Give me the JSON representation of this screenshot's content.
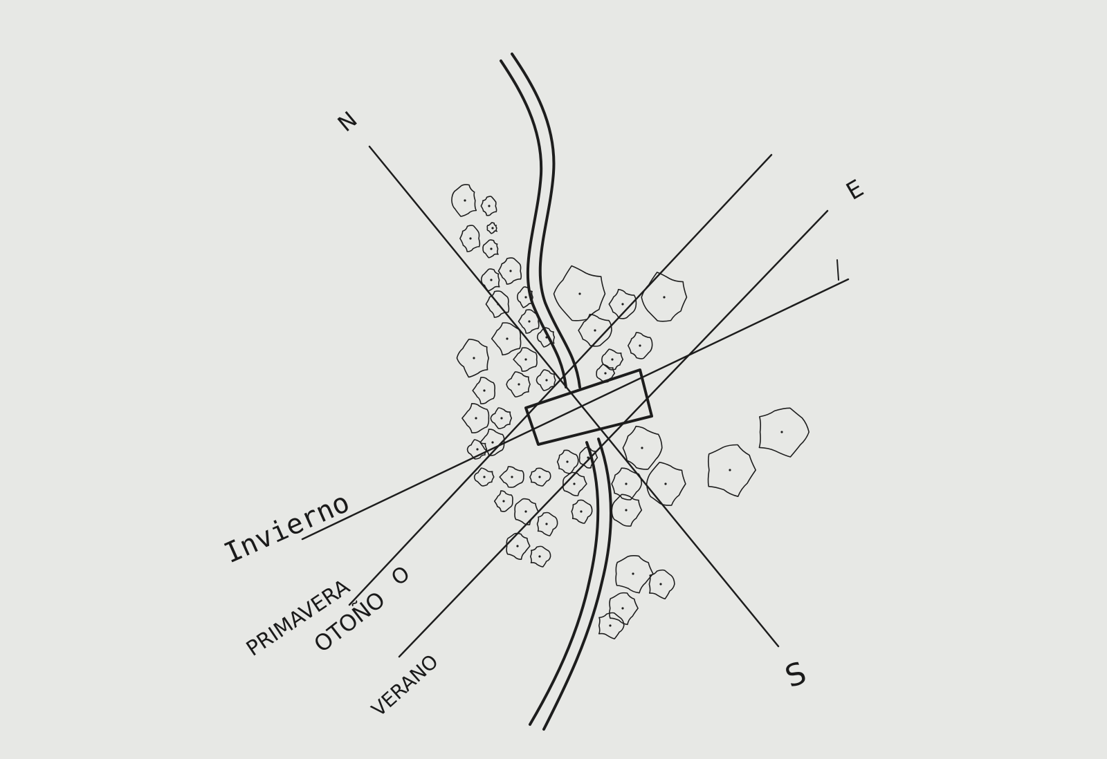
{
  "compass": {
    "north": "N",
    "east": "E",
    "south": "S",
    "west": "O"
  },
  "seasons": {
    "winter": "Invierno",
    "spring": "PRIMAVERA",
    "autumn": "OTOÑO",
    "summer": "VERANO"
  },
  "colors": {
    "paper": "#e7e8e5",
    "ink": "#1d1d1d"
  }
}
